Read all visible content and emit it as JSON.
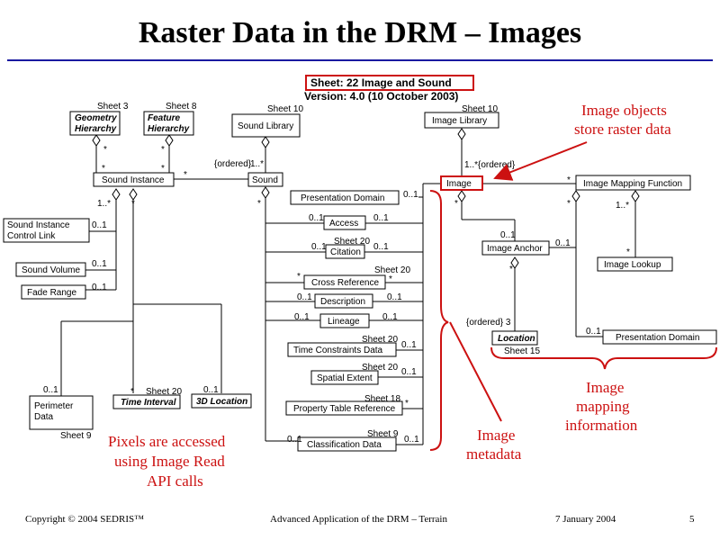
{
  "title": "Raster Data in the DRM – Images",
  "sheet_header": {
    "sheet": "Sheet:  22  Image and Sound",
    "version": "Version: 4.0  (10 October 2003)"
  },
  "boxes": {
    "geometry_hierarchy": [
      "Geometry",
      "Hierarchy"
    ],
    "feature_hierarchy": [
      "Feature",
      "Hierarchy"
    ],
    "sound_library": "Sound Library",
    "image_library": "Image Library",
    "sound_instance": "Sound Instance",
    "sound": "Sound",
    "image": "Image",
    "image_mapping_function": "Image Mapping Function",
    "sound_instance_control_link": [
      "Sound Instance",
      "Control Link"
    ],
    "sound_volume": "Sound Volume",
    "fade_range": "Fade Range",
    "presentation_domain": "Presentation Domain",
    "access": "Access",
    "citation": "Citation",
    "cross_reference": "Cross Reference",
    "description": "Description",
    "lineage": "Lineage",
    "time_constraints_data": "Time Constraints Data",
    "spatial_extent": "Spatial Extent",
    "property_table_reference": "Property Table Reference",
    "classification_data": "Classification Data",
    "image_anchor": "Image Anchor",
    "image_lookup": "Image Lookup",
    "location": "Location",
    "presentation_domain_2": "Presentation Domain",
    "perimeter_data": [
      "Perimeter",
      "Data"
    ],
    "time_interval": "Time Interval",
    "location_3d": "3D Location"
  },
  "sheet_refs": {
    "s3": "Sheet 3",
    "s8": "Sheet 8",
    "s10a": "Sheet 10",
    "s10b": "Sheet 10",
    "citation": "Sheet 20",
    "cross": "Sheet 20",
    "time_c": "Sheet 20",
    "spatial": "Sheet 20",
    "prop": "Sheet 18",
    "class": "Sheet 9",
    "location": "Sheet 15",
    "perim": "Sheet 9",
    "time_i": "Sheet 20"
  },
  "multiplicity": {
    "star": "*",
    "zero_one": "0..1",
    "one_star": "1..*",
    "ordered": "{ordered}",
    "one_star_ordered": "1..*{ordered}",
    "ordered3": "{ordered} 3"
  },
  "annotations": {
    "image_objects": [
      "Image objects",
      "store raster data"
    ],
    "image_mapping": [
      "Image",
      "mapping",
      "information"
    ],
    "image_metadata": [
      "Image",
      "metadata"
    ],
    "pixels": [
      "Pixels are accessed",
      "using Image Read",
      "API calls"
    ]
  },
  "footer": {
    "copyright": "Copyright © 2004 SEDRIS™",
    "course": "Advanced Application of the DRM – Terrain",
    "date": "7 January 2004",
    "page": "5"
  },
  "colors": {
    "accent_red": "#cc1111",
    "title_rule": "#1a1aa0"
  }
}
